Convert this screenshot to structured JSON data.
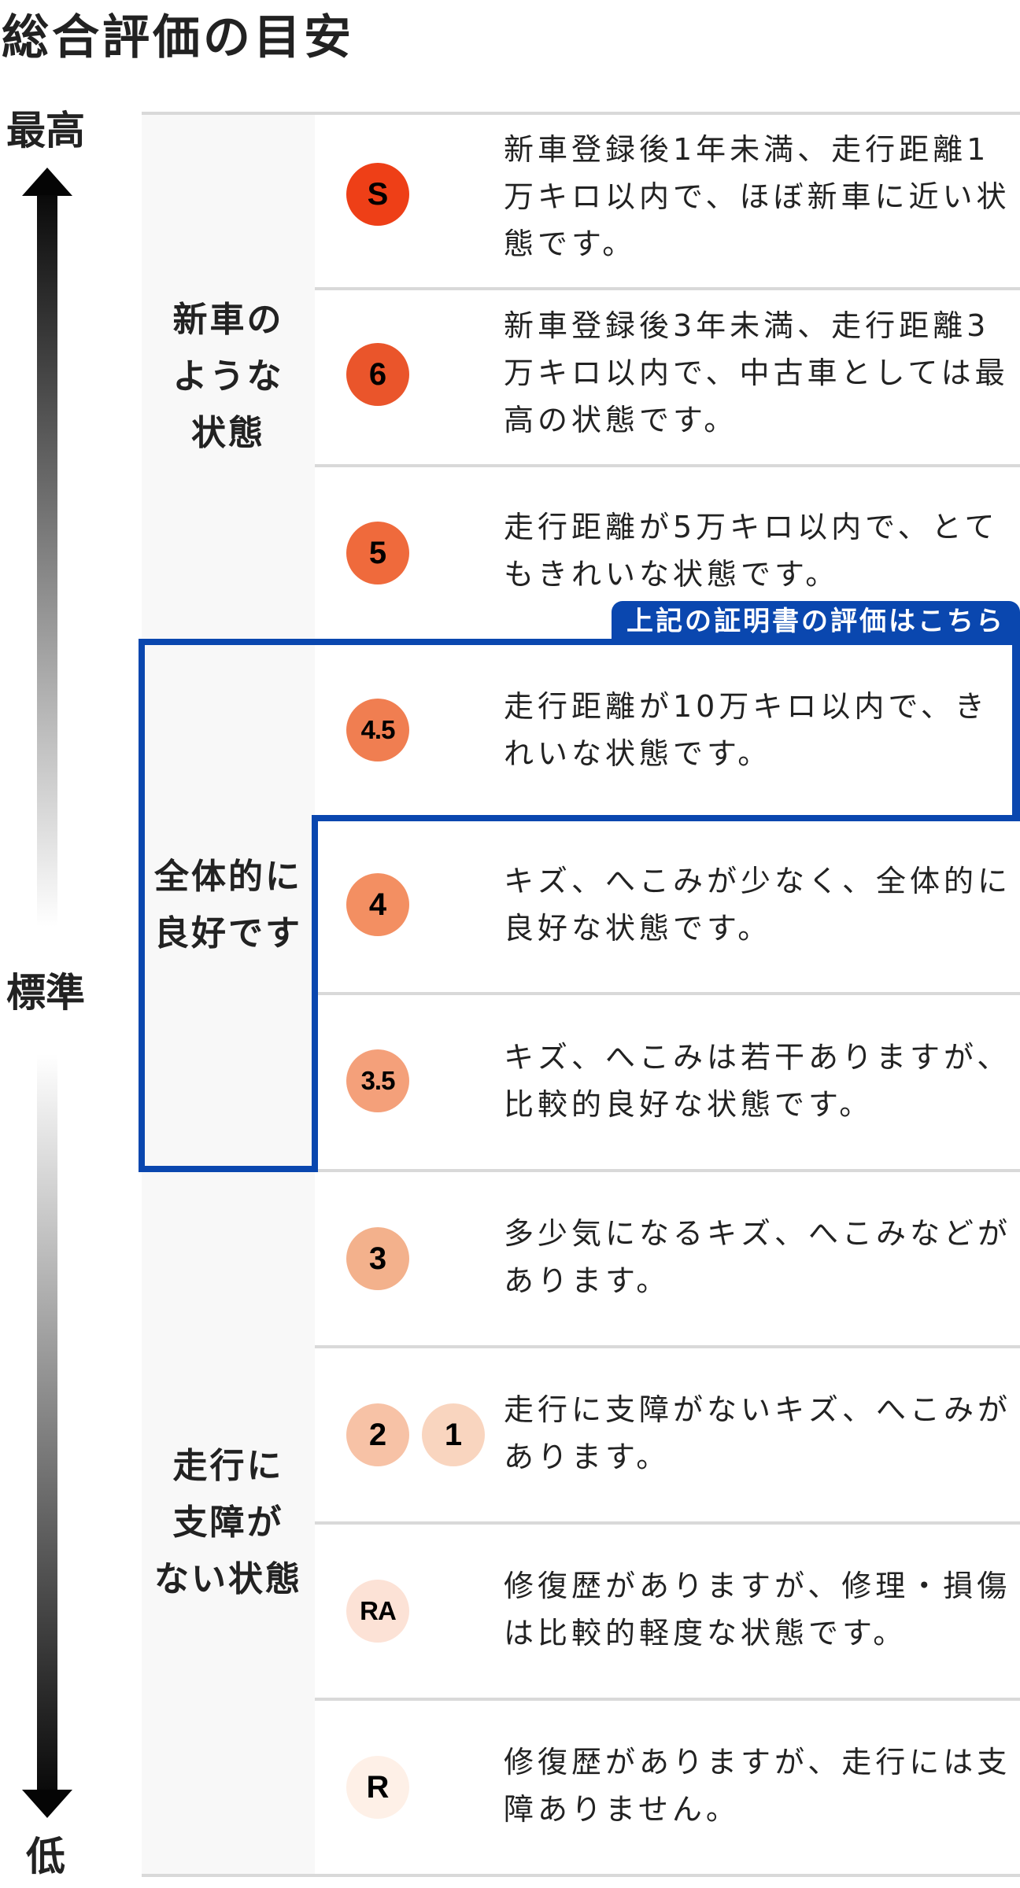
{
  "title": "総合評価の目安",
  "scale": {
    "top_label": "最高",
    "middle_label": "標準",
    "bottom_label": "低"
  },
  "highlight": {
    "tab_label": "上記の証明書の評価はこちら",
    "color": "#0a47af"
  },
  "groups": [
    {
      "label_lines": [
        "新車の",
        "ような",
        "状態"
      ]
    },
    {
      "label_lines": [
        "全体的に",
        "良好です"
      ]
    },
    {
      "label_lines": [
        "走行に",
        "支障が",
        "ない状態"
      ]
    }
  ],
  "grades": [
    {
      "badges": [
        {
          "text": "S",
          "color": "#ee3f17"
        }
      ],
      "description": "新車登録後1年未満、走行距離1万キロ以内で、ほぼ新車に近い状態です。"
    },
    {
      "badges": [
        {
          "text": "6",
          "color": "#ea552b"
        }
      ],
      "description": "新車登録後3年未満、走行距離3万キロ以内で、中古車としては最高の状態です。"
    },
    {
      "badges": [
        {
          "text": "5",
          "color": "#ef6a3c"
        }
      ],
      "description": "走行距離が5万キロ以内で、とてもきれいな状態です。"
    },
    {
      "badges": [
        {
          "text": "4.5",
          "color": "#f07e51"
        }
      ],
      "description": "走行距離が10万キロ以内で、きれいな状態です。"
    },
    {
      "badges": [
        {
          "text": "4",
          "color": "#f38f62"
        }
      ],
      "description": "キズ、へこみが少なく、全体的に良好な状態です。"
    },
    {
      "badges": [
        {
          "text": "3.5",
          "color": "#f4a07a"
        }
      ],
      "description": "キズ、へこみは若干ありますが、比較的良好な状態です。"
    },
    {
      "badges": [
        {
          "text": "3",
          "color": "#f3b18c"
        }
      ],
      "description": "多少気になるキズ、へこみなどがあります。"
    },
    {
      "badges": [
        {
          "text": "2",
          "color": "#f7c2a6"
        },
        {
          "text": "1",
          "color": "#f9d5bf"
        }
      ],
      "description": "走行に支障がないキズ、へこみがあります。"
    },
    {
      "badges": [
        {
          "text": "RA",
          "color": "#fce2d6"
        }
      ],
      "description": "修復歴がありますが、修理・損傷は比較的軽度な状態です。"
    },
    {
      "badges": [
        {
          "text": "R",
          "color": "#fef0e7"
        }
      ],
      "description": "修復歴がありますが、走行には支障ありません。"
    }
  ]
}
